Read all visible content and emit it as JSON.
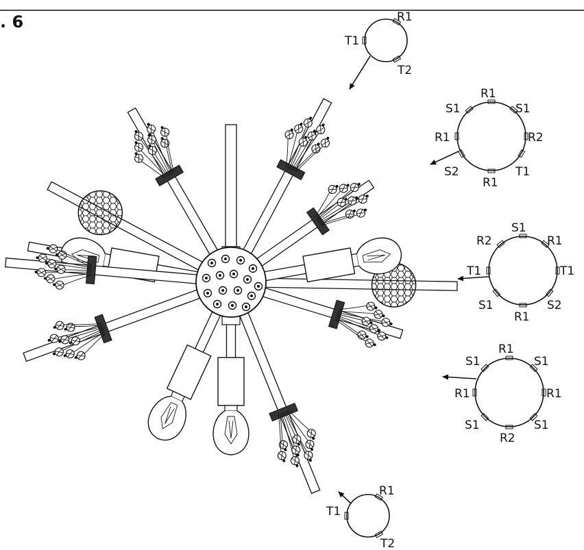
{
  "figure_label": ". 6",
  "callouts": [
    {
      "labels": [
        "R1",
        "T1",
        "T2"
      ]
    },
    {
      "labels": [
        "R1",
        "S1",
        "S1",
        "R1",
        "R2",
        "S2",
        "R1",
        "T1"
      ]
    },
    {
      "labels": [
        "S1",
        "R2",
        "R1",
        "T1",
        "T1",
        "S1",
        "R1",
        "S2"
      ]
    },
    {
      "labels": [
        "R1",
        "S1",
        "S1",
        "R1",
        "R1",
        "S1",
        "R2",
        "S1"
      ]
    },
    {
      "labels": [
        "R1",
        "T1",
        "T2"
      ]
    }
  ]
}
